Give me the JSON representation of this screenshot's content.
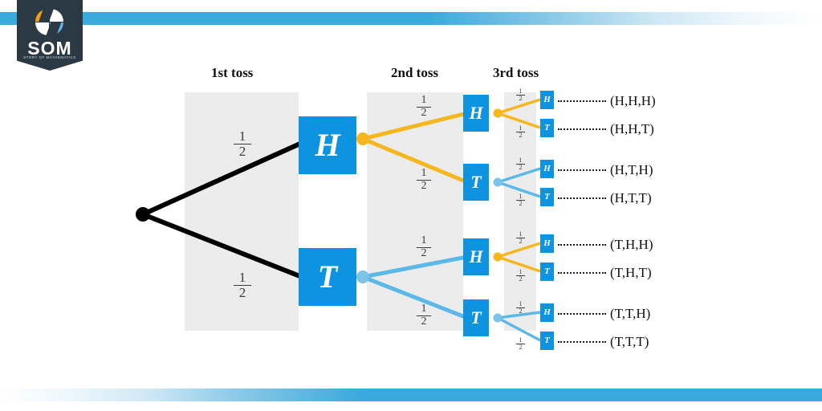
{
  "brand": {
    "name": "SOM",
    "tagline": "STORY OF MATHEMATICS",
    "logo_icon": "som-logo-icon",
    "colors": {
      "banner": "#2b3944",
      "orange": "#f59b13",
      "blue": "#5cb8e6",
      "bar": "#3aa9dd"
    }
  },
  "diagram": {
    "type": "probability-tree",
    "title": "Three coin tosses probability tree",
    "node_color": "#0d93e0",
    "band_color": "#ececec",
    "edge_colors": {
      "root": "#000000",
      "from_heads": "#f5b61e",
      "from_tails": "#5cb8e6"
    },
    "columns": [
      {
        "label": "1st toss"
      },
      {
        "label": "2nd toss"
      },
      {
        "label": "3rd toss"
      }
    ],
    "root": {
      "label": "start"
    },
    "level1": [
      {
        "label": "H",
        "probability": {
          "num": "1",
          "den": "2"
        }
      },
      {
        "label": "T",
        "probability": {
          "num": "1",
          "den": "2"
        }
      }
    ],
    "level2": [
      {
        "label": "H",
        "probability": {
          "num": "1",
          "den": "2"
        }
      },
      {
        "label": "T",
        "probability": {
          "num": "1",
          "den": "2"
        }
      },
      {
        "label": "H",
        "probability": {
          "num": "1",
          "den": "2"
        }
      },
      {
        "label": "T",
        "probability": {
          "num": "1",
          "den": "2"
        }
      }
    ],
    "level3": [
      {
        "label": "H",
        "probability": {
          "num": "1",
          "den": "2"
        }
      },
      {
        "label": "T",
        "probability": {
          "num": "1",
          "den": "2"
        }
      },
      {
        "label": "H",
        "probability": {
          "num": "1",
          "den": "2"
        }
      },
      {
        "label": "T",
        "probability": {
          "num": "1",
          "den": "2"
        }
      },
      {
        "label": "H",
        "probability": {
          "num": "1",
          "den": "2"
        }
      },
      {
        "label": "T",
        "probability": {
          "num": "1",
          "den": "2"
        }
      },
      {
        "label": "H",
        "probability": {
          "num": "1",
          "den": "2"
        }
      },
      {
        "label": "T",
        "probability": {
          "num": "1",
          "den": "2"
        }
      }
    ],
    "outcomes": [
      "(H,H,H)",
      "(H,H,T)",
      "(H,T,H)",
      "(H,T,T)",
      "(T,H,H)",
      "(T,H,T)",
      "(T,T,H)",
      "(T,T,T)"
    ]
  }
}
